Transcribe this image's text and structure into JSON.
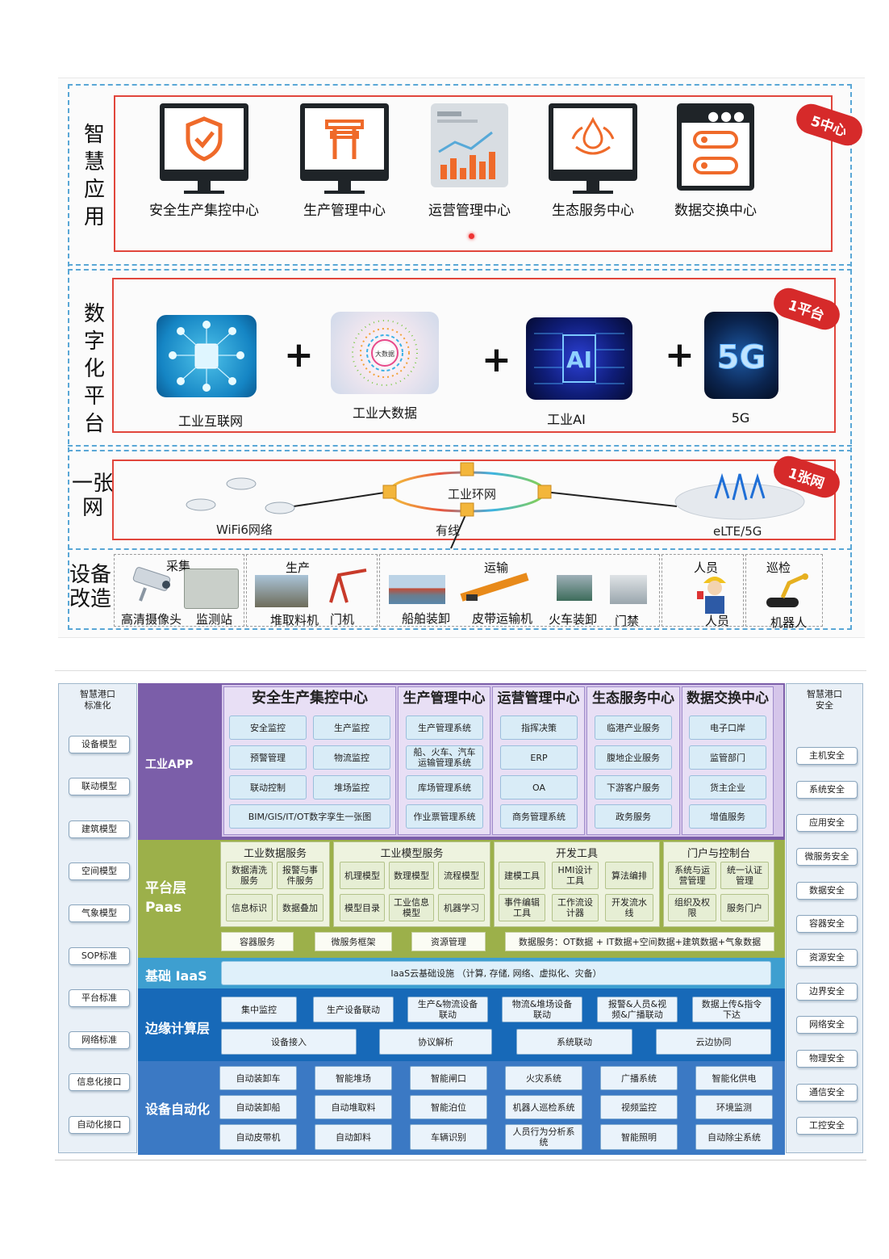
{
  "top": {
    "layers": {
      "app": "智\n慧\n应\n用",
      "platform": "数\n字\n化\n平\n台",
      "network": "一张\n网",
      "devices": "设备\n改造"
    },
    "badges": {
      "app": "5中心",
      "platform": "1平台",
      "network": "1张网"
    },
    "centers": [
      "安全生产集控中心",
      "生产管理中心",
      "运营管理中心",
      "生态服务中心",
      "数据交换中心"
    ],
    "platform_items": [
      "工业互联网",
      "工业大数据",
      "工业AI",
      "5G"
    ],
    "plus": "+",
    "platform_img_text": {
      "bigdata": "大数据",
      "ai": "AI",
      "g5": "5G"
    },
    "network": {
      "ring": "工业环网",
      "wifi": "WiFi6网络",
      "wired": "有线",
      "elte": "eLTE/5G"
    },
    "device_groups": [
      {
        "title": "采集",
        "items": [
          "高清摄像头",
          "监测站"
        ]
      },
      {
        "title": "生产",
        "items": [
          "堆取料机",
          "门机"
        ]
      },
      {
        "title": "运输",
        "items": [
          "船舶装卸",
          "皮带运输机",
          "火车装卸",
          "门禁"
        ]
      },
      {
        "title": "人员",
        "items": [
          "人员"
        ]
      },
      {
        "title": "巡检",
        "items": [
          "机器人"
        ]
      }
    ]
  },
  "bottom": {
    "left_panel": {
      "title": "智慧港口\n标准化",
      "items": [
        "设备模型",
        "联动模型",
        "建筑模型",
        "空间模型",
        "气象模型",
        "SOP标准",
        "平台标准",
        "网络标准",
        "信息化接口",
        "自动化接口"
      ]
    },
    "right_panel": {
      "title": "智慧港口\n安全",
      "items": [
        "主机安全",
        "系统安全",
        "应用安全",
        "微服务安全",
        "数据安全",
        "容器安全",
        "资源安全",
        "边界安全",
        "网络安全",
        "物理安全",
        "通信安全",
        "工控安全"
      ]
    },
    "bands": {
      "app": "工业APP",
      "paas": "平台层\nPaas",
      "iaas": "基础 IaaS",
      "edge": "边缘计算层",
      "auto": "设备自动化"
    },
    "app_columns": [
      {
        "title": "安全生产集控中心",
        "items": [
          "安全监控",
          "生产监控",
          "预警管理",
          "物流监控",
          "联动控制",
          "堆场监控",
          "BIM/GIS/IT/OT数字孪生一张图"
        ]
      },
      {
        "title": "生产管理中心",
        "items": [
          "生产管理系统",
          "船、火车、汽车\n运输管理系统",
          "库场管理系统",
          "作业票管理系统"
        ]
      },
      {
        "title": "运营管理中心",
        "items": [
          "指挥决策",
          "ERP",
          "OA",
          "商务管理系统"
        ]
      },
      {
        "title": "生态服务中心",
        "items": [
          "临港产业服务",
          "腹地企业服务",
          "下游客户服务",
          "政务服务"
        ]
      },
      {
        "title": "数据交换中心",
        "items": [
          "电子口岸",
          "监管部门",
          "货主企业",
          "增值服务"
        ]
      }
    ],
    "paas_groups": [
      {
        "title": "工业数据服务",
        "items": [
          "数据清洗\n服务",
          "报警与事\n件服务",
          "信息标识",
          "数据叠加"
        ]
      },
      {
        "title": "工业模型服务",
        "items": [
          "机理模型",
          "数理模型",
          "流程模型",
          "模型目录",
          "工业信息\n模型",
          "机器学习"
        ]
      },
      {
        "title": "开发工具",
        "items": [
          "建模工具",
          "HMI设计\n工具",
          "算法编排",
          "事件编辑\n工具",
          "工作流设\n计器",
          "开发流水\n线"
        ]
      },
      {
        "title": "门户与控制台",
        "items": [
          "系统与运\n营管理",
          "统一认证\n管理",
          "组织及权\n限",
          "服务门户"
        ]
      }
    ],
    "paas_bottom": [
      "容器服务",
      "微服务框架",
      "资源管理",
      "数据服务：OT数据 + IT数据+空间数据+建筑数据+气象数据"
    ],
    "iaas_text": "IaaS云基础设施 （计算, 存储, 网络、虚拟化、灾备）",
    "edge_top": [
      "集中监控",
      "生产设备联动",
      "生产&物流设备\n联动",
      "物流&堆场设备\n联动",
      "报警&人员&视\n频&广播联动",
      "数据上传&指令\n下达"
    ],
    "edge_bottom": [
      "设备接入",
      "协议解析",
      "系统联动",
      "云边协同"
    ],
    "auto_rows": [
      [
        "自动装卸车",
        "智能堆场",
        "智能闸口",
        "火灾系统",
        "广播系统",
        "智能化供电"
      ],
      [
        "自动装卸船",
        "自动堆取料",
        "智能泊位",
        "机器人巡检系统",
        "视频监控",
        "环境监测"
      ],
      [
        "自动皮带机",
        "自动卸料",
        "车辆识别",
        "人员行为分析系\n统",
        "智能照明",
        "自动除尘系统"
      ]
    ]
  }
}
